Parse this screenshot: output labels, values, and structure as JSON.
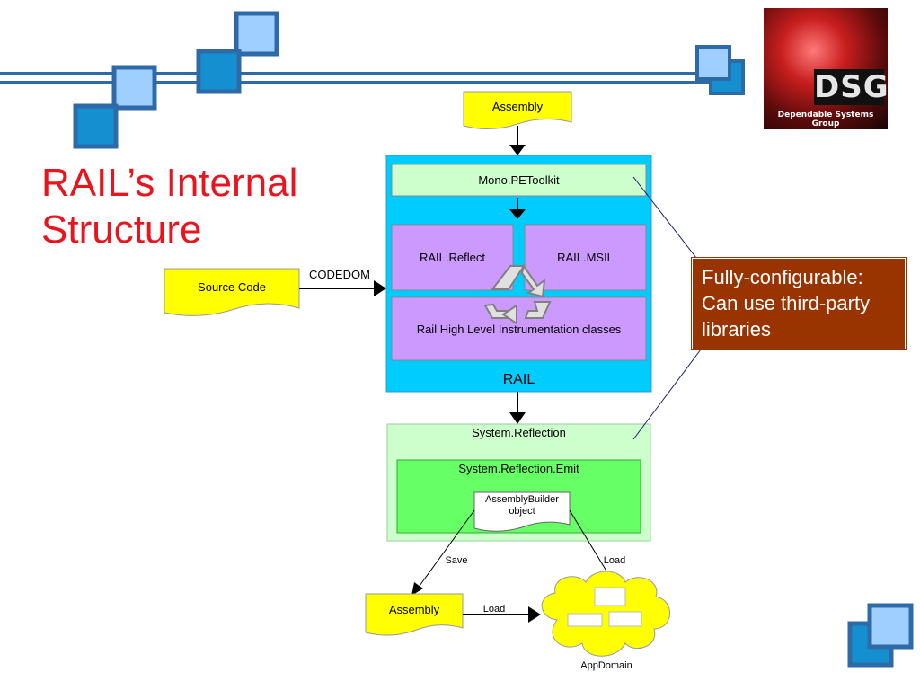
{
  "slide": {
    "title_line1": "RAIL’s Internal",
    "title_line2": "Structure"
  },
  "logo": {
    "mark": "DSG",
    "subtitle": "Dependable Systems Group"
  },
  "diagram": {
    "assembly_input": "Assembly",
    "mono_petoolkit": "Mono.PEToolkit",
    "rail_reflect": "RAIL.Reflect",
    "rail_msil": "RAIL.MSIL",
    "rail_high_level": "Rail High Level Instrumentation classes",
    "rail_label": "RAIL",
    "source_code": "Source Code",
    "codedom": "CODEDOM",
    "system_reflection": "System.Reflection",
    "system_reflection_emit": "System.Reflection.Emit",
    "assembly_builder_line1": "AssemblyBuilder",
    "assembly_builder_line2": "object",
    "save_label": "Save",
    "load_label_top": "Load",
    "assembly_output": "Assembly",
    "load_label_bottom": "Load",
    "appdomain": "AppDomain"
  },
  "callout": {
    "line1": "Fully-configurable:",
    "line2": "Can use third-party",
    "line3": "libraries"
  },
  "colors": {
    "title": "#e8141e",
    "rail_container": "#00ccff",
    "light_green": "#ccffcc",
    "purple": "#cc99ff",
    "emit_green": "#66ff66",
    "yellow_doc": "#ffff00",
    "callout_bg": "#993300"
  },
  "icons": [
    "recycle-icon",
    "decorative-squares"
  ]
}
